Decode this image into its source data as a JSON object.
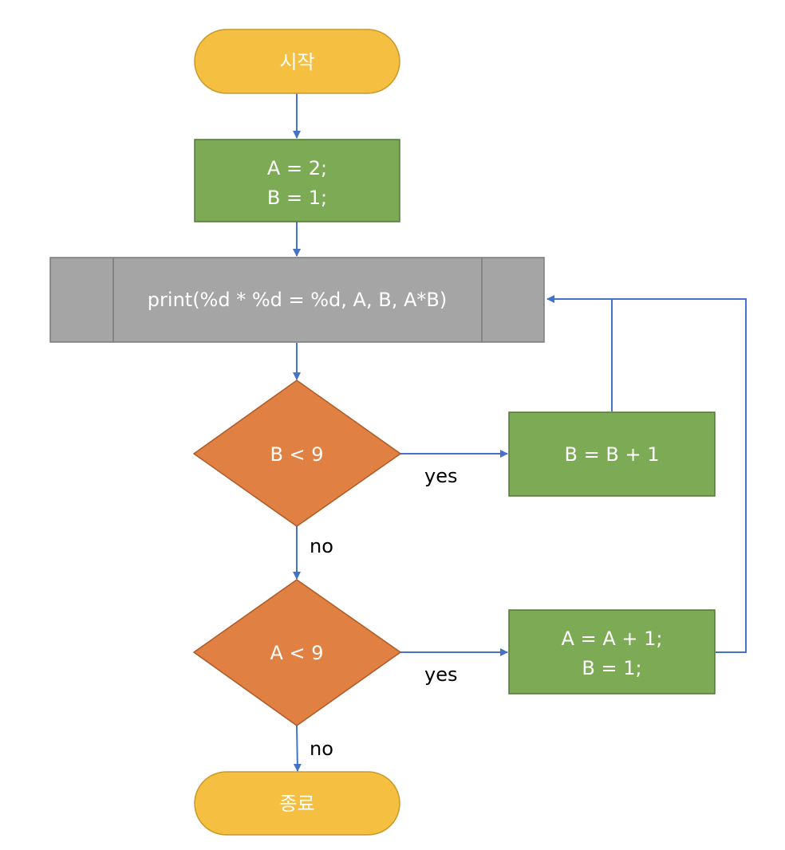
{
  "diagram": {
    "type": "flowchart",
    "colors": {
      "terminal": "#F5BF41",
      "terminal_border": "#C9982A",
      "process": "#7DAA55",
      "process_border": "#52773A",
      "subroutine": "#A5A5A5",
      "subroutine_border": "#7A7A7A",
      "decision": "#E08143",
      "decision_border": "#AE5A28",
      "connector": "#4472C4"
    },
    "nodes": {
      "start": {
        "text": "시작"
      },
      "init": {
        "line1": "A = 2;",
        "line2": "B = 1;"
      },
      "print": {
        "text": "print(%d * %d = %d, A, B, A*B)"
      },
      "cond_b": {
        "text": "B < 9"
      },
      "inc_b": {
        "text": "B = B + 1"
      },
      "cond_a": {
        "text": "A < 9"
      },
      "inc_a": {
        "line1": "A = A + 1;",
        "line2": "B = 1;"
      },
      "end": {
        "text": "종료"
      }
    },
    "edges": [
      {
        "from": "start",
        "to": "init",
        "label": ""
      },
      {
        "from": "init",
        "to": "print",
        "label": ""
      },
      {
        "from": "print",
        "to": "cond_b",
        "label": ""
      },
      {
        "from": "cond_b",
        "to": "inc_b",
        "label": "yes"
      },
      {
        "from": "inc_b",
        "to": "print",
        "label": ""
      },
      {
        "from": "cond_b",
        "to": "cond_a",
        "label": "no"
      },
      {
        "from": "cond_a",
        "to": "inc_a",
        "label": "yes"
      },
      {
        "from": "inc_a",
        "to": "print",
        "label": ""
      },
      {
        "from": "cond_a",
        "to": "end",
        "label": "no"
      }
    ],
    "labels": {
      "cond_b_yes": "yes",
      "cond_b_no": "no",
      "cond_a_yes": "yes",
      "cond_a_no": "no"
    }
  }
}
